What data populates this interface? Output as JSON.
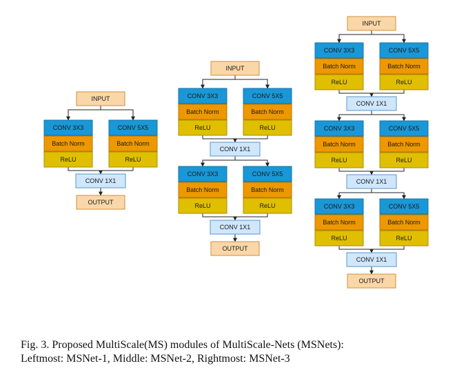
{
  "labels": {
    "input": "INPUT",
    "conv3": "CONV 3X3",
    "conv5": "CONV 5X5",
    "bn": "Batch Norm",
    "relu": "ReLU",
    "conv1": "CONV 1X1",
    "output": "OUTPUT"
  },
  "colors": {
    "io": "#fad7a8",
    "conv": "#1a97d6",
    "bn": "#ee9800",
    "relu": "#e0bf00",
    "conv1": "#cfe6fb",
    "io_border": "#d08f3d",
    "conv_border": "#1673a6",
    "bn_border": "#b87400",
    "relu_border": "#a88e00",
    "conv1_border": "#5a96c8"
  },
  "modules": [
    {
      "network": "MSNet-1",
      "blocks": 1
    },
    {
      "network": "MSNet-2",
      "blocks": 2
    },
    {
      "network": "MSNet-3",
      "blocks": 3
    }
  ],
  "caption": {
    "line1": "Fig. 3.   Proposed MultiScale(MS) modules of MultiScale-Nets (MSNets):",
    "line2": "Leftmost: MSNet-1, Middle: MSNet-2, Rightmost: MSNet-3"
  }
}
